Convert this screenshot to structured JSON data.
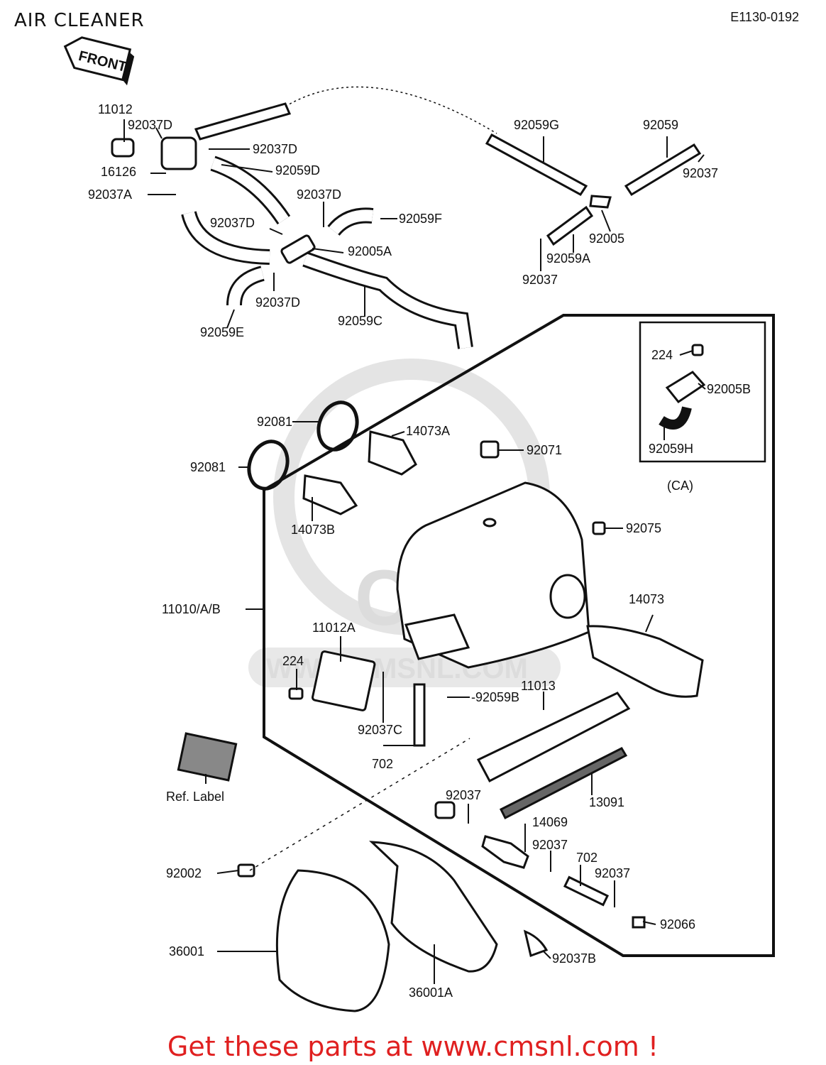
{
  "header": {
    "title": "AIR CLEANER",
    "drawing_code": "E1130-0192"
  },
  "front_badge": "FRONT",
  "watermark": {
    "brand": "CMS",
    "url": "WWW.CMSNL.COM"
  },
  "inset": {
    "label": "(CA)"
  },
  "parts": [
    "11012",
    "92037D",
    "92037D",
    "16126",
    "92059D",
    "92037A",
    "92037D",
    "92059F",
    "92037D",
    "92005A",
    "92037D",
    "92059C",
    "92059E",
    "92059G",
    "92059",
    "92037",
    "92005",
    "92059A",
    "92037",
    "224",
    "92005B",
    "92059H",
    "92081",
    "14073A",
    "92071",
    "92081",
    "14073B",
    "92075",
    "11010/A/B",
    "14073",
    "11012A",
    "224",
    "11013",
    "-92059B",
    "92037C",
    "702",
    "13091",
    "Ref. Label",
    "92037",
    "14069",
    "92037",
    "702",
    "92037",
    "92002",
    "92066",
    "36001",
    "92037B",
    "36001A"
  ],
  "footer": "Get these parts at www.cmsnl.com !"
}
